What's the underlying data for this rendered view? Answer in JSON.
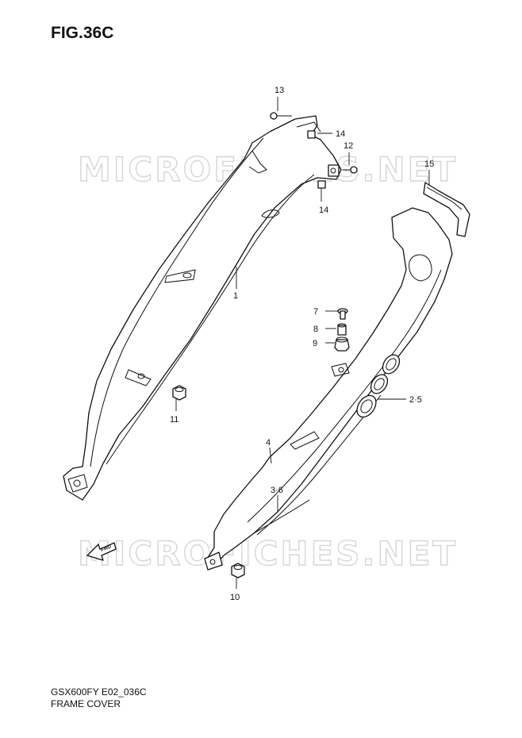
{
  "figure": {
    "title": "FIG.36C",
    "code": "GSX600FY E02_036C",
    "name": "FRAME COVER"
  },
  "watermark": {
    "text": "MICROFICHES.NET",
    "color": "#d6d6d6"
  },
  "fwd_label": "FWD",
  "callouts": [
    {
      "id": "c1",
      "label": "1"
    },
    {
      "id": "c25",
      "label": "2·5"
    },
    {
      "id": "c36",
      "label": "3·6"
    },
    {
      "id": "c4",
      "label": "4"
    },
    {
      "id": "c7",
      "label": "7"
    },
    {
      "id": "c8",
      "label": "8"
    },
    {
      "id": "c9",
      "label": "9"
    },
    {
      "id": "c10",
      "label": "10"
    },
    {
      "id": "c11",
      "label": "11"
    },
    {
      "id": "c12",
      "label": "12"
    },
    {
      "id": "c13",
      "label": "13"
    },
    {
      "id": "c14a",
      "label": "14"
    },
    {
      "id": "c14b",
      "label": "14"
    },
    {
      "id": "c15",
      "label": "15"
    }
  ]
}
